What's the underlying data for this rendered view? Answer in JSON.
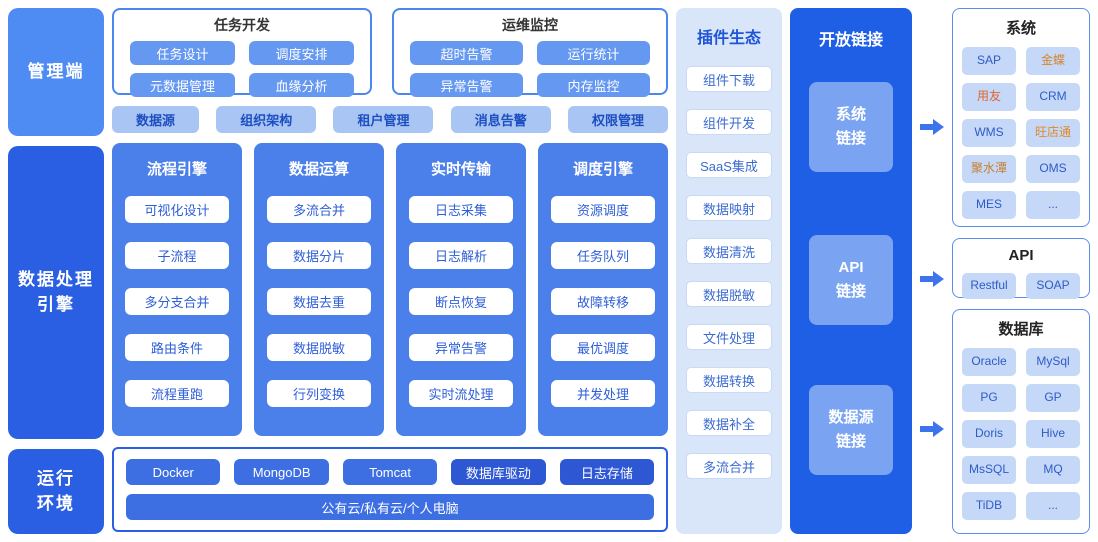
{
  "colors": {
    "deep": "#2B5FE3",
    "mgmt": "#4E8CF3",
    "enginecol": "#4B7FE9",
    "itemtext": "#2E5ED8",
    "topbtn": "#6598F1",
    "midbtn": "#A9C5F4",
    "midtext": "#1D4FC0",
    "pluginbg": "#D9E6FA",
    "plugintitle": "#1E55D6",
    "pluginitem": "#3A6BD0",
    "openbg": "#1E5FE6",
    "openitem": "#7AA4F2",
    "border": "#4C86F0",
    "runbtn": "#3D6FE3",
    "rundark": "#2E57D4",
    "rightitem": "#C5D8F8",
    "righttext": "#2E5BC8",
    "arrow": "#3D74EC"
  },
  "layers": {
    "management": "管理端",
    "engine": "数据处理\n引擎",
    "runtime": "运行\n环境"
  },
  "top": {
    "dev": {
      "title": "任务开发",
      "items": [
        "任务设计",
        "调度安排",
        "元数据管理",
        "血缘分析"
      ]
    },
    "ops": {
      "title": "运维监控",
      "items": [
        "超时告警",
        "运行统计",
        "异常告警",
        "内存监控"
      ]
    }
  },
  "platform_row": [
    "数据源",
    "组织架构",
    "租户管理",
    "消息告警",
    "权限管理"
  ],
  "engines": [
    {
      "title": "流程引擎",
      "items": [
        "可视化设计",
        "子流程",
        "多分支合并",
        "路由条件",
        "流程重跑"
      ]
    },
    {
      "title": "数据运算",
      "items": [
        "多流合并",
        "数据分片",
        "数据去重",
        "数据脱敏",
        "行列变换"
      ]
    },
    {
      "title": "实时传输",
      "items": [
        "日志采集",
        "日志解析",
        "断点恢复",
        "异常告警",
        "实时流处理"
      ]
    },
    {
      "title": "调度引擎",
      "items": [
        "资源调度",
        "任务队列",
        "故障转移",
        "最优调度",
        "并发处理"
      ]
    }
  ],
  "runtime": {
    "items": [
      "Docker",
      "MongoDB",
      "Tomcat",
      "数据库驱动",
      "日志存储"
    ],
    "bar": "公有云/私有云/个人电脑"
  },
  "plugins": {
    "title": "插件生态",
    "items": [
      "组件下载",
      "组件开发",
      "SaaS集成",
      "数据映射",
      "数据清洗",
      "数据脱敏",
      "文件处理",
      "数据转换",
      "数据补全",
      "多流合并"
    ]
  },
  "open_links": {
    "title": "开放链接",
    "items": [
      "系统\n链接",
      "API\n链接",
      "数据源\n链接"
    ]
  },
  "right": {
    "system": {
      "title": "系统",
      "items": [
        {
          "label": "SAP",
          "color": "#2E5BC8"
        },
        {
          "label": "金蝶",
          "color": "#D4862A"
        },
        {
          "label": "用友",
          "color": "#E0642F"
        },
        {
          "label": "CRM",
          "color": "#2E5BC8"
        },
        {
          "label": "WMS",
          "color": "#2E5BC8"
        },
        {
          "label": "旺店通",
          "color": "#E08A2B"
        },
        {
          "label": "聚水潭",
          "color": "#C77F2E"
        },
        {
          "label": "OMS",
          "color": "#2E5BC8"
        },
        {
          "label": "MES",
          "color": "#2E5BC8"
        },
        {
          "label": "...",
          "color": "#2E5BC8"
        }
      ]
    },
    "api": {
      "title": "API",
      "items": [
        "Restful",
        "SOAP"
      ]
    },
    "database": {
      "title": "数据库",
      "items": [
        "Oracle",
        "MySql",
        "PG",
        "GP",
        "Doris",
        "Hive",
        "MsSQL",
        "MQ",
        "TiDB",
        "..."
      ]
    }
  }
}
